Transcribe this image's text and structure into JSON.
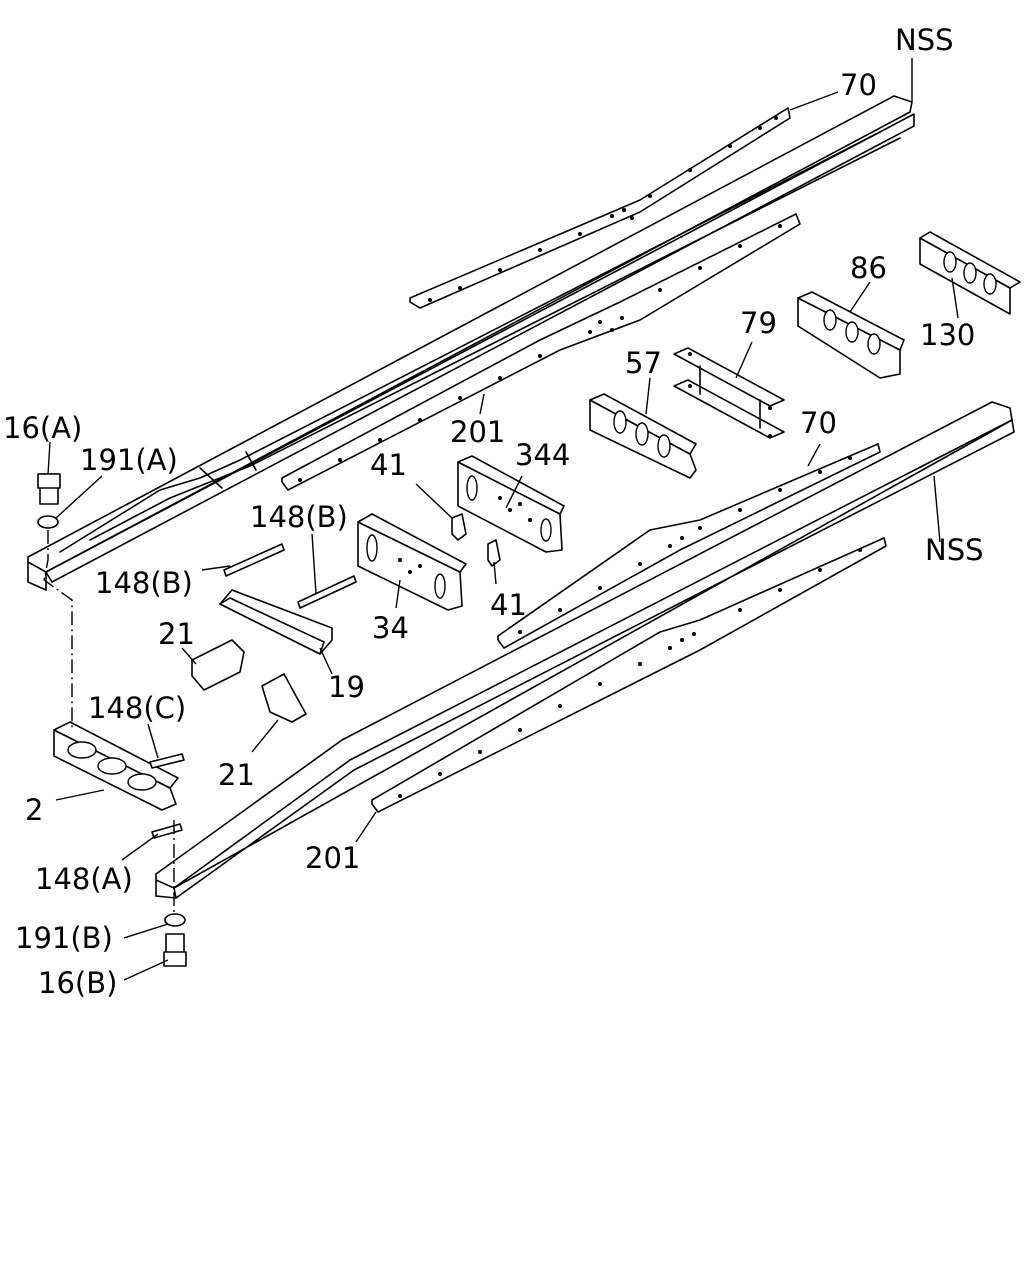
{
  "labels": {
    "nss_top": "NSS",
    "nss_bottom": "NSS",
    "p70_top": "70",
    "p70_mid": "70",
    "p86": "86",
    "p130": "130",
    "p79": "79",
    "p57": "57",
    "p201_top": "201",
    "p344": "344",
    "p41_top": "41",
    "p41_bottom": "41",
    "p34": "34",
    "p148b_a": "148(B)",
    "p148b_b": "148(B)",
    "p19": "19",
    "p21_top": "21",
    "p21_bottom": "21",
    "p148c": "148(C)",
    "p2": "2",
    "p148a": "148(A)",
    "p201_bottom": "201",
    "p16a": "16(A)",
    "p191a": "191(A)",
    "p191b": "191(B)",
    "p16b": "16(B)"
  }
}
